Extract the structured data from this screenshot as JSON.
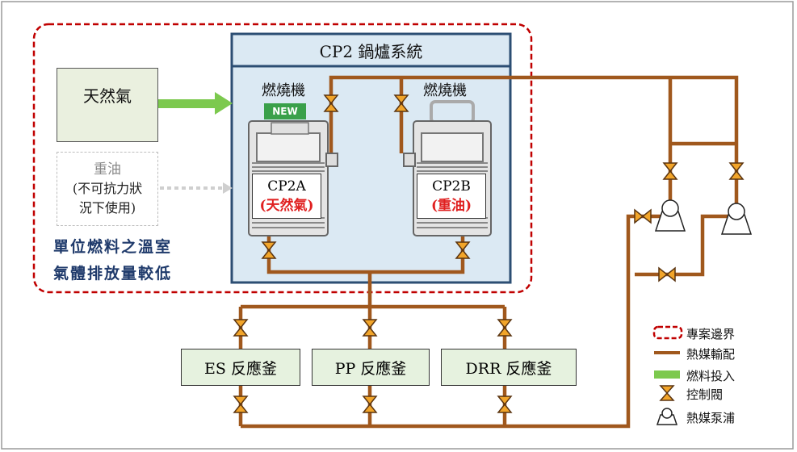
{
  "boiler_system": {
    "title": "CP2 鍋爐系統"
  },
  "fuels": {
    "natural_gas": "天然氣",
    "heavy_oil_line1": "重油",
    "heavy_oil_line2": "(不可抗力狀",
    "heavy_oil_line3": "況下使用)"
  },
  "highlight": {
    "line1": "單位燃料之溫室",
    "line2": "氣體排放量較低"
  },
  "burners": {
    "label_a": "燃燒機",
    "label_b": "燃燒機",
    "new_badge": "NEW",
    "cp2a_name": "CP2A",
    "cp2a_fuel": "(天然氣)",
    "cp2b_name": "CP2B",
    "cp2b_fuel": "(重油)"
  },
  "reactors": {
    "es": "ES 反應釜",
    "pp": "PP 反應釜",
    "drr": "DRR 反應釜"
  },
  "legend": {
    "project_boundary": "專案邊界",
    "heat_medium": "熱媒輸配",
    "fuel_input": "燃料投入",
    "control_valve": "控制閥",
    "heat_pump": "熱媒泵浦"
  },
  "colors": {
    "boundary": "#c00000",
    "pipe": "#a0581d",
    "fuel": "#7cc94e",
    "valve_fill": "#f2a52a",
    "reactor_fill": "#e6f2df",
    "system_fill": "#dbe9f3",
    "system_border": "#2c4e73",
    "highlight_text": "#1f3a6b",
    "fuel_text_red": "#e02020"
  }
}
